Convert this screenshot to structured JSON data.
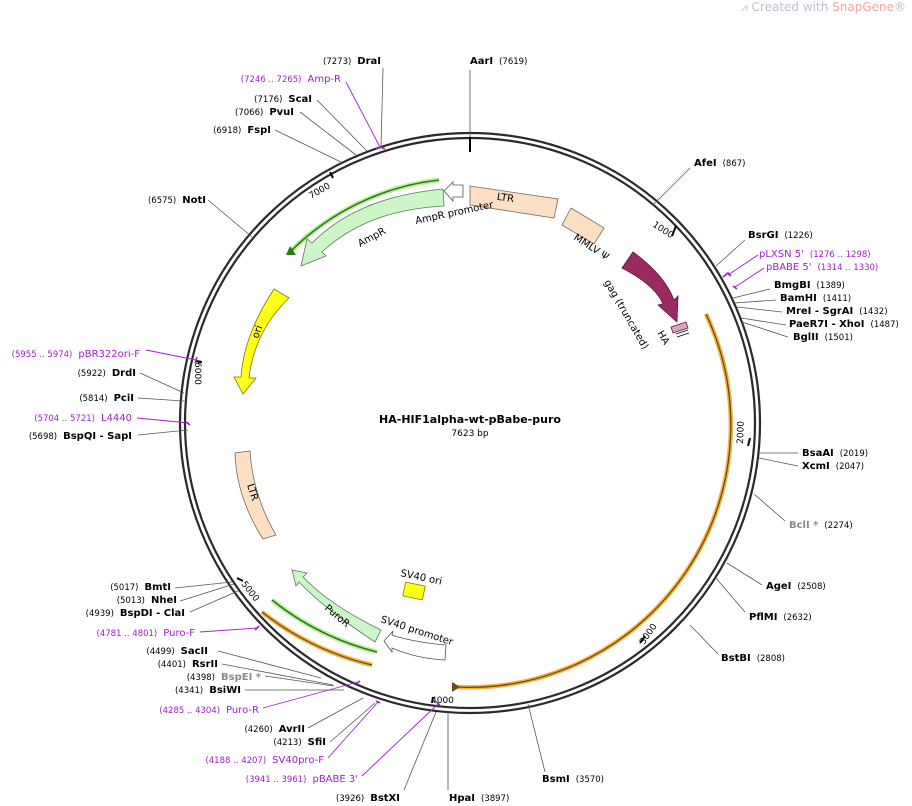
{
  "watermark": {
    "prefix": "Created with ",
    "brand": "SnapGene",
    "suffix": "®"
  },
  "plasmid": {
    "name": "HA-HIF1alpha-wt-pBabe-puro",
    "length": "7623 bp",
    "total_bp": 7623
  },
  "ticks": [
    "1000",
    "2000",
    "3000",
    "4000",
    "5000",
    "6000",
    "7000"
  ],
  "enzymes": [
    {
      "name": "AarI",
      "pos": "(7619)",
      "side": "right"
    },
    {
      "name": "AfeI",
      "pos": "(867)",
      "side": "right"
    },
    {
      "name": "BsrGI",
      "pos": "(1226)",
      "side": "right"
    },
    {
      "name": "BmgBI",
      "pos": "(1389)",
      "side": "right"
    },
    {
      "name": "BamHI",
      "pos": "(1411)",
      "side": "right"
    },
    {
      "name": "MreI - SgrAI",
      "pos": "(1432)",
      "side": "right"
    },
    {
      "name": "PaeR7I - XhoI",
      "pos": "(1487)",
      "side": "right"
    },
    {
      "name": "BglII",
      "pos": "(1501)",
      "side": "right"
    },
    {
      "name": "BsaAI",
      "pos": "(2019)",
      "side": "right"
    },
    {
      "name": "XcmI",
      "pos": "(2047)",
      "side": "right"
    },
    {
      "name": "BclI *",
      "pos": "(2274)",
      "side": "right",
      "gray": true
    },
    {
      "name": "AgeI",
      "pos": "(2508)",
      "side": "right"
    },
    {
      "name": "PflMI",
      "pos": "(2632)",
      "side": "right"
    },
    {
      "name": "BstBI",
      "pos": "(2808)",
      "side": "right"
    },
    {
      "name": "BsmI",
      "pos": "(3570)",
      "side": "right"
    },
    {
      "name": "HpaI",
      "pos": "(3897)",
      "side": "right"
    },
    {
      "name": "BstXI",
      "pos": "(3926)",
      "side": "left"
    },
    {
      "name": "SfiI",
      "pos": "(4213)",
      "side": "left"
    },
    {
      "name": "AvrII",
      "pos": "(4260)",
      "side": "left"
    },
    {
      "name": "BsiWI",
      "pos": "(4341)",
      "side": "left"
    },
    {
      "name": "BspEI *",
      "pos": "(4398)",
      "side": "left",
      "gray": true
    },
    {
      "name": "RsrII",
      "pos": "(4401)",
      "side": "left"
    },
    {
      "name": "SacII",
      "pos": "(4499)",
      "side": "left"
    },
    {
      "name": "BspDI - ClaI",
      "pos": "(4939)",
      "side": "left"
    },
    {
      "name": "NheI",
      "pos": "(5013)",
      "side": "left"
    },
    {
      "name": "BmtI",
      "pos": "(5017)",
      "side": "left"
    },
    {
      "name": "BspQI - SapI",
      "pos": "(5698)",
      "side": "left"
    },
    {
      "name": "PciI",
      "pos": "(5814)",
      "side": "left"
    },
    {
      "name": "DrdI",
      "pos": "(5922)",
      "side": "left"
    },
    {
      "name": "NotI",
      "pos": "(6575)",
      "side": "left"
    },
    {
      "name": "FspI",
      "pos": "(6918)",
      "side": "left"
    },
    {
      "name": "PvuI",
      "pos": "(7066)",
      "side": "left"
    },
    {
      "name": "ScaI",
      "pos": "(7176)",
      "side": "left"
    },
    {
      "name": "DraI",
      "pos": "(7273)",
      "side": "left"
    }
  ],
  "primers": [
    {
      "name": "pLXSN 5'",
      "pos": "(1276 .. 1298)",
      "side": "right"
    },
    {
      "name": "pBABE 5'",
      "pos": "(1314 .. 1330)",
      "side": "right"
    },
    {
      "name": "Amp-R",
      "pos": "(7246 .. 7265)",
      "side": "left"
    },
    {
      "name": "pBR322ori-F",
      "pos": "(5955 .. 5974)",
      "side": "left"
    },
    {
      "name": "L4440",
      "pos": "(5704 .. 5721)",
      "side": "left"
    },
    {
      "name": "Puro-F",
      "pos": "(4781 .. 4801)",
      "side": "left"
    },
    {
      "name": "Puro-R",
      "pos": "(4285 .. 4304)",
      "side": "left"
    },
    {
      "name": "SV40pro-F",
      "pos": "(4188 .. 4207)",
      "side": "left"
    },
    {
      "name": "pBABE 3'",
      "pos": "(3941 .. 3961)",
      "side": "left"
    }
  ],
  "features": [
    {
      "name": "LTR",
      "color": "#fddfc4"
    },
    {
      "name": "MMLV Ψ",
      "color": "#fddfc4"
    },
    {
      "name": "gag (truncated)",
      "color": "#9b2a63"
    },
    {
      "name": "HA",
      "color": "#c77fa6"
    },
    {
      "name": "AmpR promoter",
      "color": "#ffffff"
    },
    {
      "name": "AmpR",
      "color": "#ccf5c8"
    },
    {
      "name": "ori",
      "color": "#ffff1a"
    },
    {
      "name": "LTR",
      "color": "#fddfc4"
    },
    {
      "name": "PuroR",
      "color": "#ccf5c8"
    },
    {
      "name": "SV40 promoter",
      "color": "#ffffff"
    },
    {
      "name": "SV40 ori",
      "color": "#ffff1a"
    }
  ],
  "colors": {
    "backbone": "#2a2a2a",
    "primer": "#a020c8",
    "orf_orange": "#f6b042",
    "orf_green": "#4a8a1a"
  }
}
